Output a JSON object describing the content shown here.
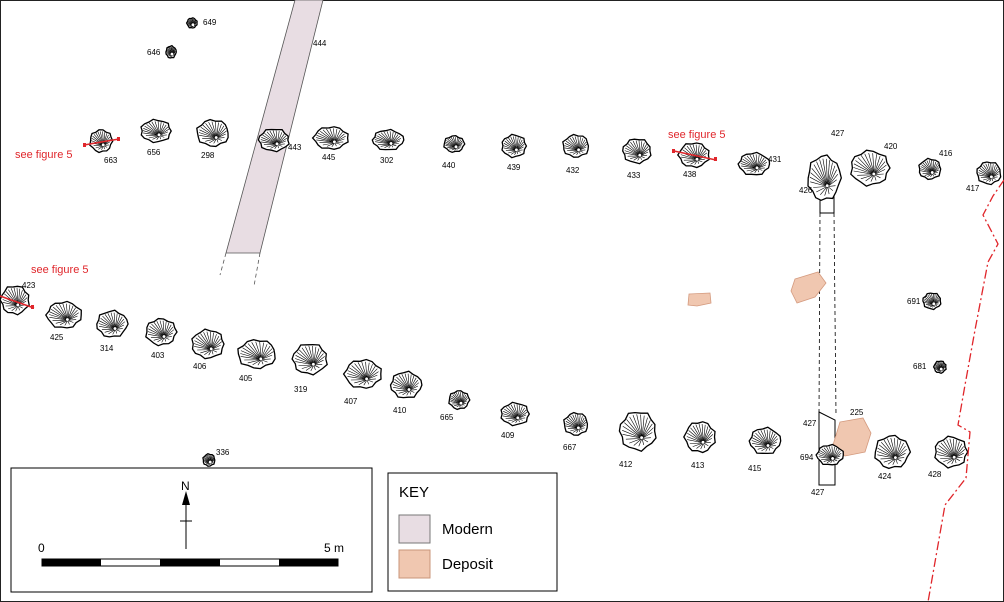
{
  "figure": {
    "reference_label": "see figure 5",
    "north_label": "N"
  },
  "features": {
    "modern_strip": "444",
    "upper_row": [
      "649",
      "646",
      "663",
      "656",
      "298",
      "443",
      "445",
      "302",
      "440",
      "439",
      "432",
      "433",
      "438",
      "431",
      "426",
      "420",
      "416",
      "417"
    ],
    "lower_row": [
      "423",
      "425",
      "314",
      "403",
      "406",
      "405",
      "319",
      "407",
      "410",
      "665",
      "409",
      "667",
      "412",
      "413",
      "415",
      "424",
      "428"
    ],
    "other": [
      "336",
      "691",
      "681",
      "225",
      "694"
    ],
    "slot_label": "427"
  },
  "scale": {
    "start_label": "0",
    "end_label": "5 m"
  },
  "key": {
    "title": "KEY",
    "items": [
      {
        "label": "Modern",
        "color": "#e8dde3"
      },
      {
        "label": "Deposit",
        "color": "#f0c7b0"
      }
    ]
  },
  "colors": {
    "modern_fill": "#e8dde3",
    "deposit_fill": "#f0c7b0",
    "deposit_stroke": "#d49a7e",
    "section_line": "#e0262b",
    "boundary_line": "#e0262b"
  }
}
